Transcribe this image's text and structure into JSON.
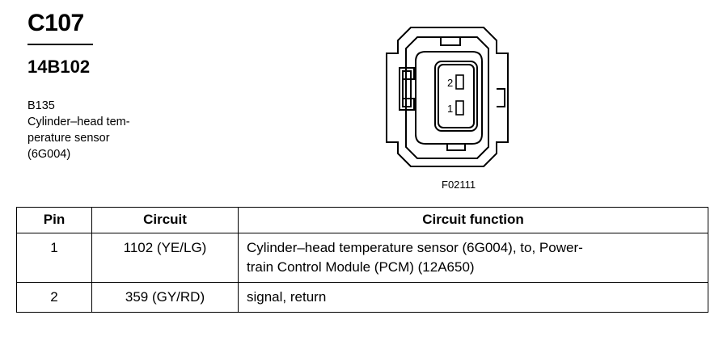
{
  "header": {
    "connector_id": "C107",
    "part_number": "14B102"
  },
  "component": {
    "code": "B135",
    "description_lines": [
      "Cylinder–head tem-",
      "perature sensor",
      "(6G004)"
    ]
  },
  "figure": {
    "code": "F02111",
    "pin_labels": [
      "2",
      "1"
    ]
  },
  "table": {
    "headers": [
      "Pin",
      "Circuit",
      "Circuit function"
    ],
    "rows": [
      {
        "pin": "1",
        "circuit": "1102 (YE/LG)",
        "function_lines": [
          "Cylinder–head temperature sensor (6G004), to, Power-",
          "train Control Module (PCM) (12A650)"
        ]
      },
      {
        "pin": "2",
        "circuit": "359 (GY/RD)",
        "function_lines": [
          "signal, return"
        ]
      }
    ]
  }
}
